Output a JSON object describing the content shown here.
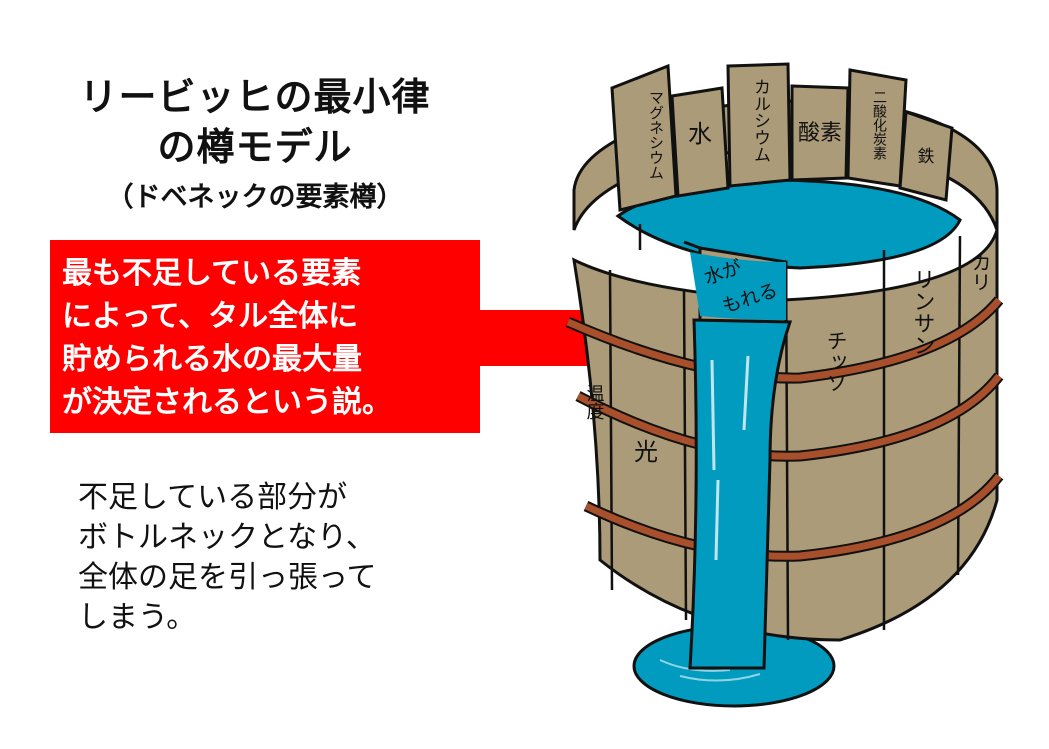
{
  "title": {
    "line1": "リービッヒの最小律",
    "line2": "の樽モデル"
  },
  "subtitle": "（ドベネックの要素樽）",
  "callout": {
    "lines": [
      "最も不足している要素",
      "によって、タル全体に",
      "貯められる水の最大量",
      "が決定されるという説。"
    ]
  },
  "description": {
    "lines": [
      "不足している部分が",
      "ボトルネックとなり、",
      "全体の足を引っ張って",
      "しまう。"
    ]
  },
  "barrel": {
    "back_staves": [
      "マグネシウム",
      "水",
      "カルシウム",
      "酸素",
      "二酸化炭素",
      "鉄"
    ],
    "front_staves": {
      "left": "温度",
      "light": "光",
      "nitrogen": "チッソ",
      "phosphorus": "リンサン",
      "potassium": "カリ"
    },
    "leak_label_line1": "水が",
    "leak_label_line2": "もれる"
  },
  "colors": {
    "callout": "#ff0000",
    "wood": "#ab9b78",
    "water": "#009bbe",
    "hoop": "#a84f2c",
    "text": "#111111"
  }
}
